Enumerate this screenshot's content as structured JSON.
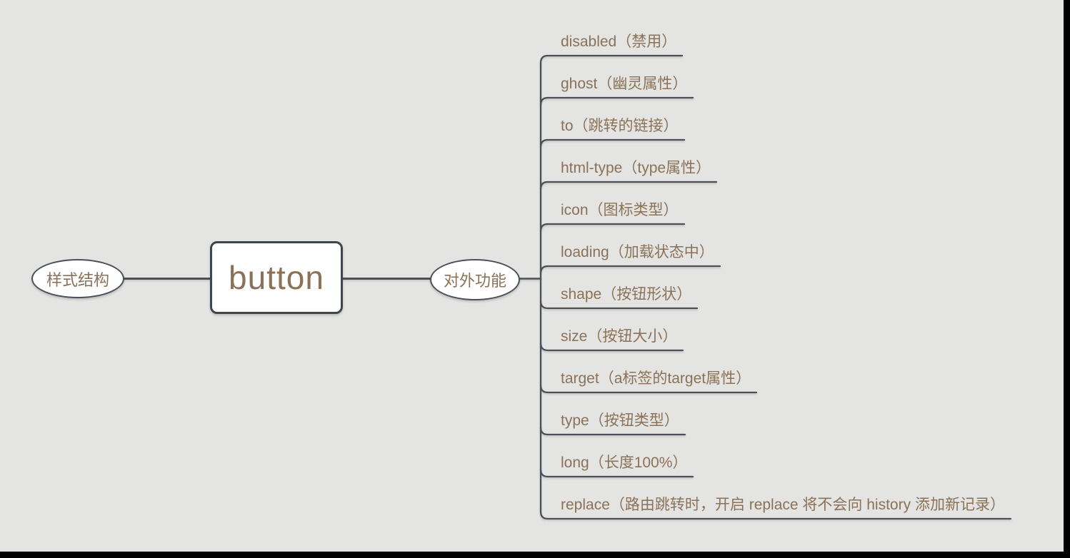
{
  "colors": {
    "background": "#e4e4e3",
    "line": "#4a5057",
    "node_border": "#3e454d",
    "node_fill": "#ffffff",
    "text": "#8b7257",
    "window_edge": "#000000"
  },
  "root": {
    "label": "button"
  },
  "left_node": {
    "label": "样式结构"
  },
  "right_node": {
    "label": "对外功能"
  },
  "branches": [
    {
      "label": "disabled（禁用）"
    },
    {
      "label": "ghost（幽灵属性）"
    },
    {
      "label": "to（跳转的链接）"
    },
    {
      "label": "html-type（type属性）"
    },
    {
      "label": "icon（图标类型）"
    },
    {
      "label": "loading（加载状态中）"
    },
    {
      "label": "shape（按钮形状）"
    },
    {
      "label": "size（按钮大小）"
    },
    {
      "label": "target（a标签的target属性）"
    },
    {
      "label": "type（按钮类型）"
    },
    {
      "label": "long（长度100%）"
    },
    {
      "label": "replace（路由跳转时，开启 replace 将不会向 history 添加新记录）"
    }
  ]
}
